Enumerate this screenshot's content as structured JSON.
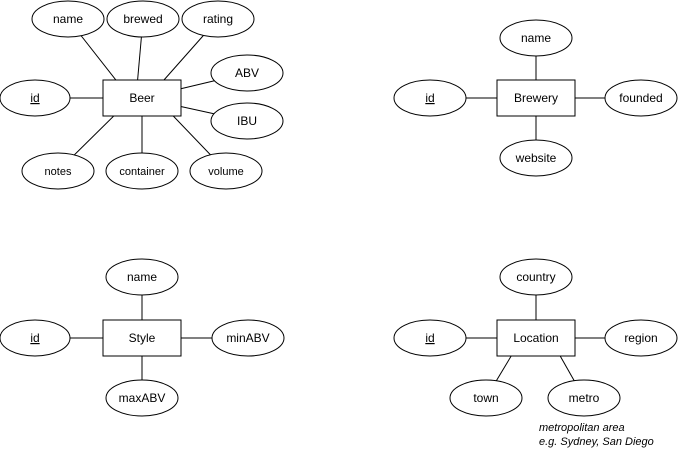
{
  "entities": {
    "beer": {
      "label": "Beer",
      "attributes": {
        "name": "name",
        "brewed": "brewed",
        "rating": "rating",
        "abv": "ABV",
        "id": "id",
        "ibu": "IBU",
        "notes": "notes",
        "container": "container",
        "volume": "volume"
      }
    },
    "brewery": {
      "label": "Brewery",
      "attributes": {
        "name": "name",
        "id": "id",
        "founded": "founded",
        "website": "website"
      }
    },
    "style": {
      "label": "Style",
      "attributes": {
        "name": "name",
        "id": "id",
        "minabv": "minABV",
        "maxabv": "maxABV"
      }
    },
    "location": {
      "label": "Location",
      "attributes": {
        "country": "country",
        "id": "id",
        "region": "region",
        "town": "town",
        "metro": "metro"
      },
      "note": {
        "line1": "metropolitan area",
        "line2": "e.g. Sydney, San Diego"
      }
    }
  }
}
